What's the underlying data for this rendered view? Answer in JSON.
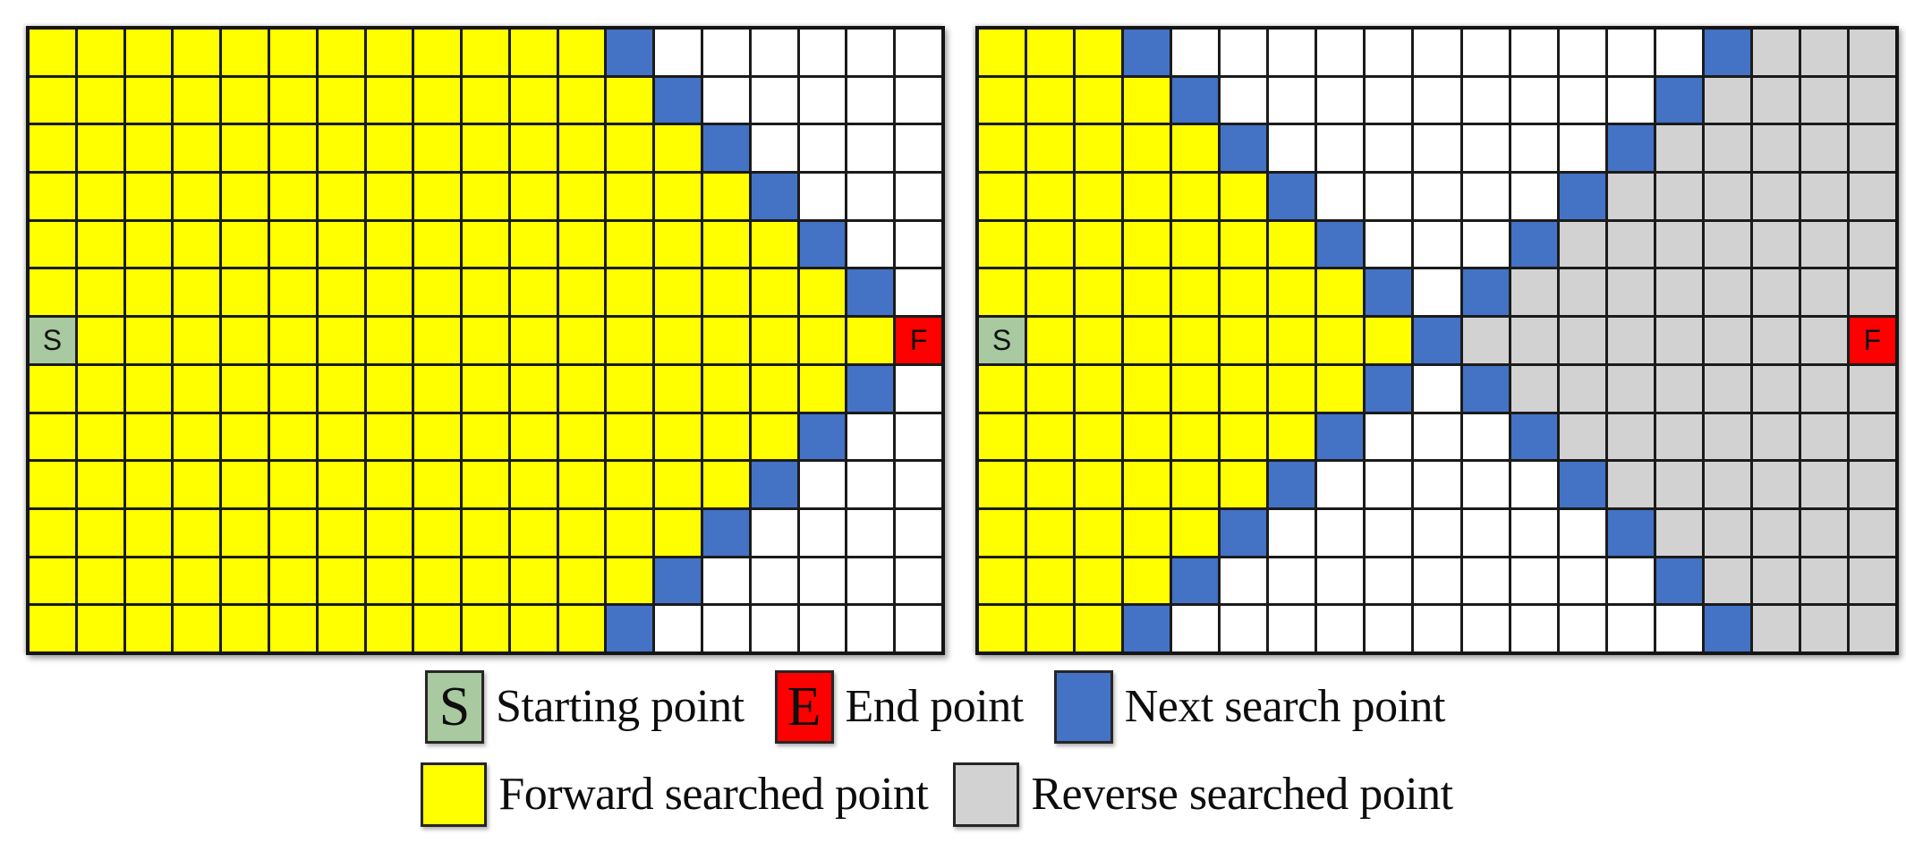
{
  "colors": {
    "yellow": "#FFFF00",
    "blue": "#4472C4",
    "white": "#FFFFFF",
    "gray": "#D2D2D2",
    "green": "#A9C9A0",
    "red": "#FF0000"
  },
  "cell_letters": {
    "start": "S",
    "end": "F"
  },
  "cell_color_key": {
    "Y": "yellow",
    "B": "blue",
    "W": "white",
    "G": "gray",
    "S": "green",
    "F": "red"
  },
  "grids": {
    "left": {
      "rows": [
        "YYYYYYYYYYYYBWWWWWW",
        "YYYYYYYYYYYYYBWWWWW",
        "YYYYYYYYYYYYYYBWWWW",
        "YYYYYYYYYYYYYYYBWWW",
        "YYYYYYYYYYYYYYYYBWW",
        "YYYYYYYYYYYYYYYYYBW",
        "SYYYYYYYYYYYYYYYYYF",
        "YYYYYYYYYYYYYYYYYBW",
        "YYYYYYYYYYYYYYYYBWW",
        "YYYYYYYYYYYYYYYBWWW",
        "YYYYYYYYYYYYYYBWWWW",
        "YYYYYYYYYYYYYBWWWWW",
        "YYYYYYYYYYYYBWWWWWW"
      ]
    },
    "right": {
      "rows": [
        "YYYBWWWWWWWWWWWBGGG",
        "YYYYBWWWWWWWWWBGGGG",
        "YYYYYBWWWWWWWBGGGGG",
        "YYYYYYBWWWWWBGGGGGG",
        "YYYYYYYBWWWBGGGGGGG",
        "YYYYYYYYBWBGGGGGGGG",
        "SYYYYYYYYBGGGGGGGGF",
        "YYYYYYYYBWBGGGGGGGG",
        "YYYYYYYBWWWBGGGGGGG",
        "YYYYYYBWWWWWBGGGGGG",
        "YYYYYBWWWWWWWBGGGGG",
        "YYYYBWWWWWWWWWBGGGG",
        "YYYBWWWWWWWWWWWBGGG"
      ]
    }
  },
  "legend": {
    "starting": {
      "letter": "S",
      "label": "Starting point"
    },
    "end": {
      "letter": "E",
      "label": "End point"
    },
    "next": {
      "letter": "",
      "label": "Next search point"
    },
    "forward": {
      "letter": "",
      "label": "Forward searched point"
    },
    "reverse": {
      "letter": "",
      "label": "Reverse searched point"
    }
  }
}
